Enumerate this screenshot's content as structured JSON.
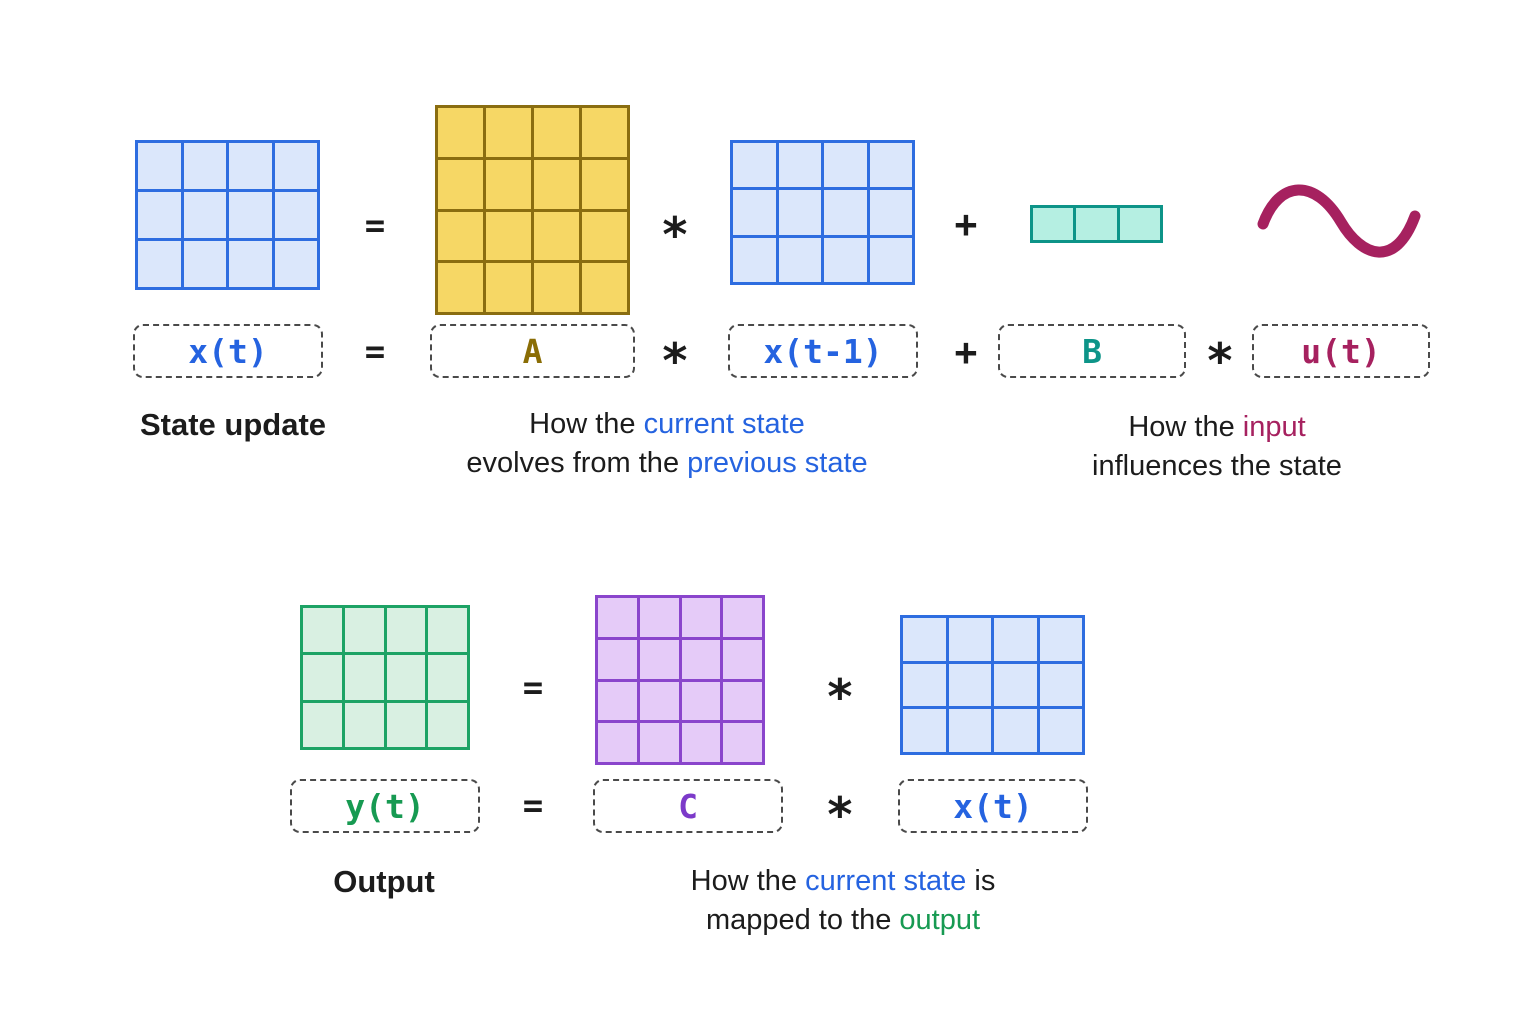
{
  "colors": {
    "black": "#1c1c1c",
    "blue": "#2563e0",
    "gold": "#8a6d05",
    "teal": "#0d9488",
    "magenta": "#a6215f",
    "green": "#179a52",
    "purple": "#7c3ac9"
  },
  "symbols": {
    "equals": "=",
    "times": "*",
    "plus": "+"
  },
  "matrices": {
    "x_t_top": {
      "rows": 3,
      "cols": 4,
      "fill": "#dbe7fb",
      "border": "#2e6de0",
      "line": 3
    },
    "A": {
      "rows": 4,
      "cols": 4,
      "fill": "#f6d765",
      "border": "#8a6d10",
      "line": 3
    },
    "x_prev": {
      "rows": 3,
      "cols": 4,
      "fill": "#dbe7fb",
      "border": "#2e6de0",
      "line": 3
    },
    "B": {
      "rows": 1,
      "cols": 3,
      "fill": "#b5efe2",
      "border": "#0d9488",
      "line": 3
    },
    "y_t": {
      "rows": 3,
      "cols": 4,
      "fill": "#d9f0e2",
      "border": "#1da365",
      "line": 3
    },
    "C": {
      "rows": 4,
      "cols": 4,
      "fill": "#e5cbf8",
      "border": "#8a45cc",
      "line": 3
    },
    "x_t_bottom": {
      "rows": 3,
      "cols": 4,
      "fill": "#dbe7fb",
      "border": "#2e6de0",
      "line": 3
    }
  },
  "equation_top": {
    "x_t_label": "x(t)",
    "A_label": "A",
    "x_prev_label": "x(t-1)",
    "B_label": "B",
    "u_t_label": "u(t)"
  },
  "equation_bottom": {
    "y_t_label": "y(t)",
    "C_label": "C",
    "x_t_label": "x(t)"
  },
  "captions": {
    "state_update": "State update",
    "evolve_line1_a": "How the ",
    "evolve_line1_b": "current state",
    "evolve_line2_a": "evolves from the ",
    "evolve_line2_b": "previous state",
    "input_line1_a": "How the ",
    "input_line1_b": "input",
    "input_line2": "influences the state",
    "output_title": "Output",
    "output_line1_a": "How the ",
    "output_line1_b": "current state",
    "output_line1_c": " is",
    "output_line2_a": "mapped to the ",
    "output_line2_b": "output"
  },
  "squiggle": {
    "color": "#a6215f"
  }
}
